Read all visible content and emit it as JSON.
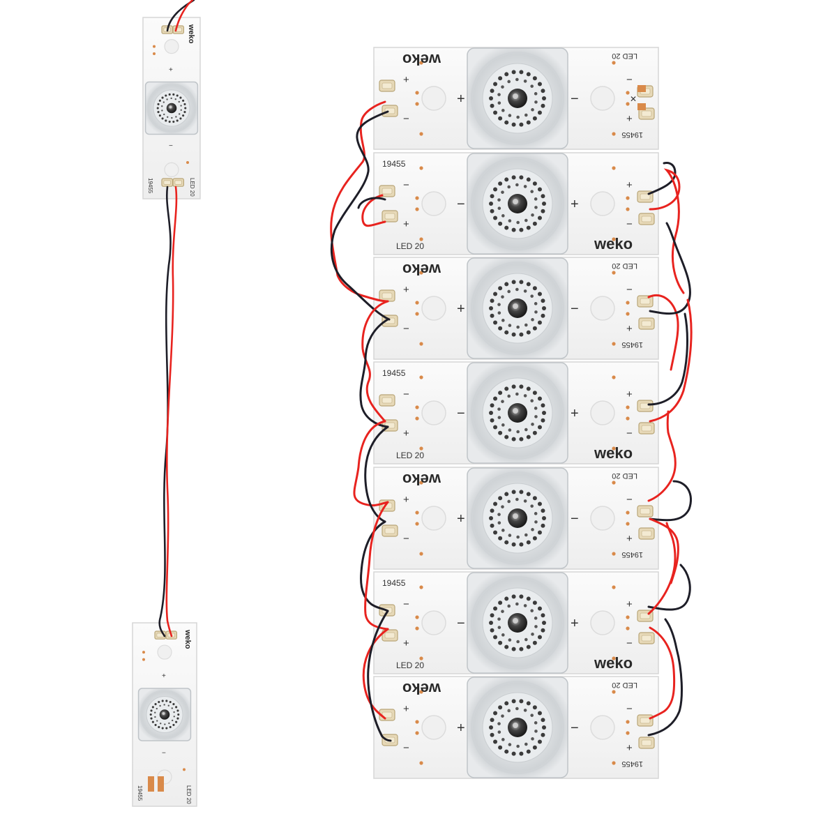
{
  "product": {
    "brand_mark": "weko",
    "board_code": "19455",
    "led_label": "LED 20",
    "plus_sign": "+",
    "minus_sign": "−"
  },
  "colors": {
    "board": "#f4f4f4",
    "board_edge": "#d6d6d6",
    "lens": "#e3e6e8",
    "lens_dark": "#3a3a3a",
    "pad": "#d98a4a",
    "wire_red": "#e8231f",
    "wire_black": "#1e1e28",
    "connector": "#e7d9b8"
  },
  "components": {
    "single_modules": 2,
    "array_modules": 7
  }
}
